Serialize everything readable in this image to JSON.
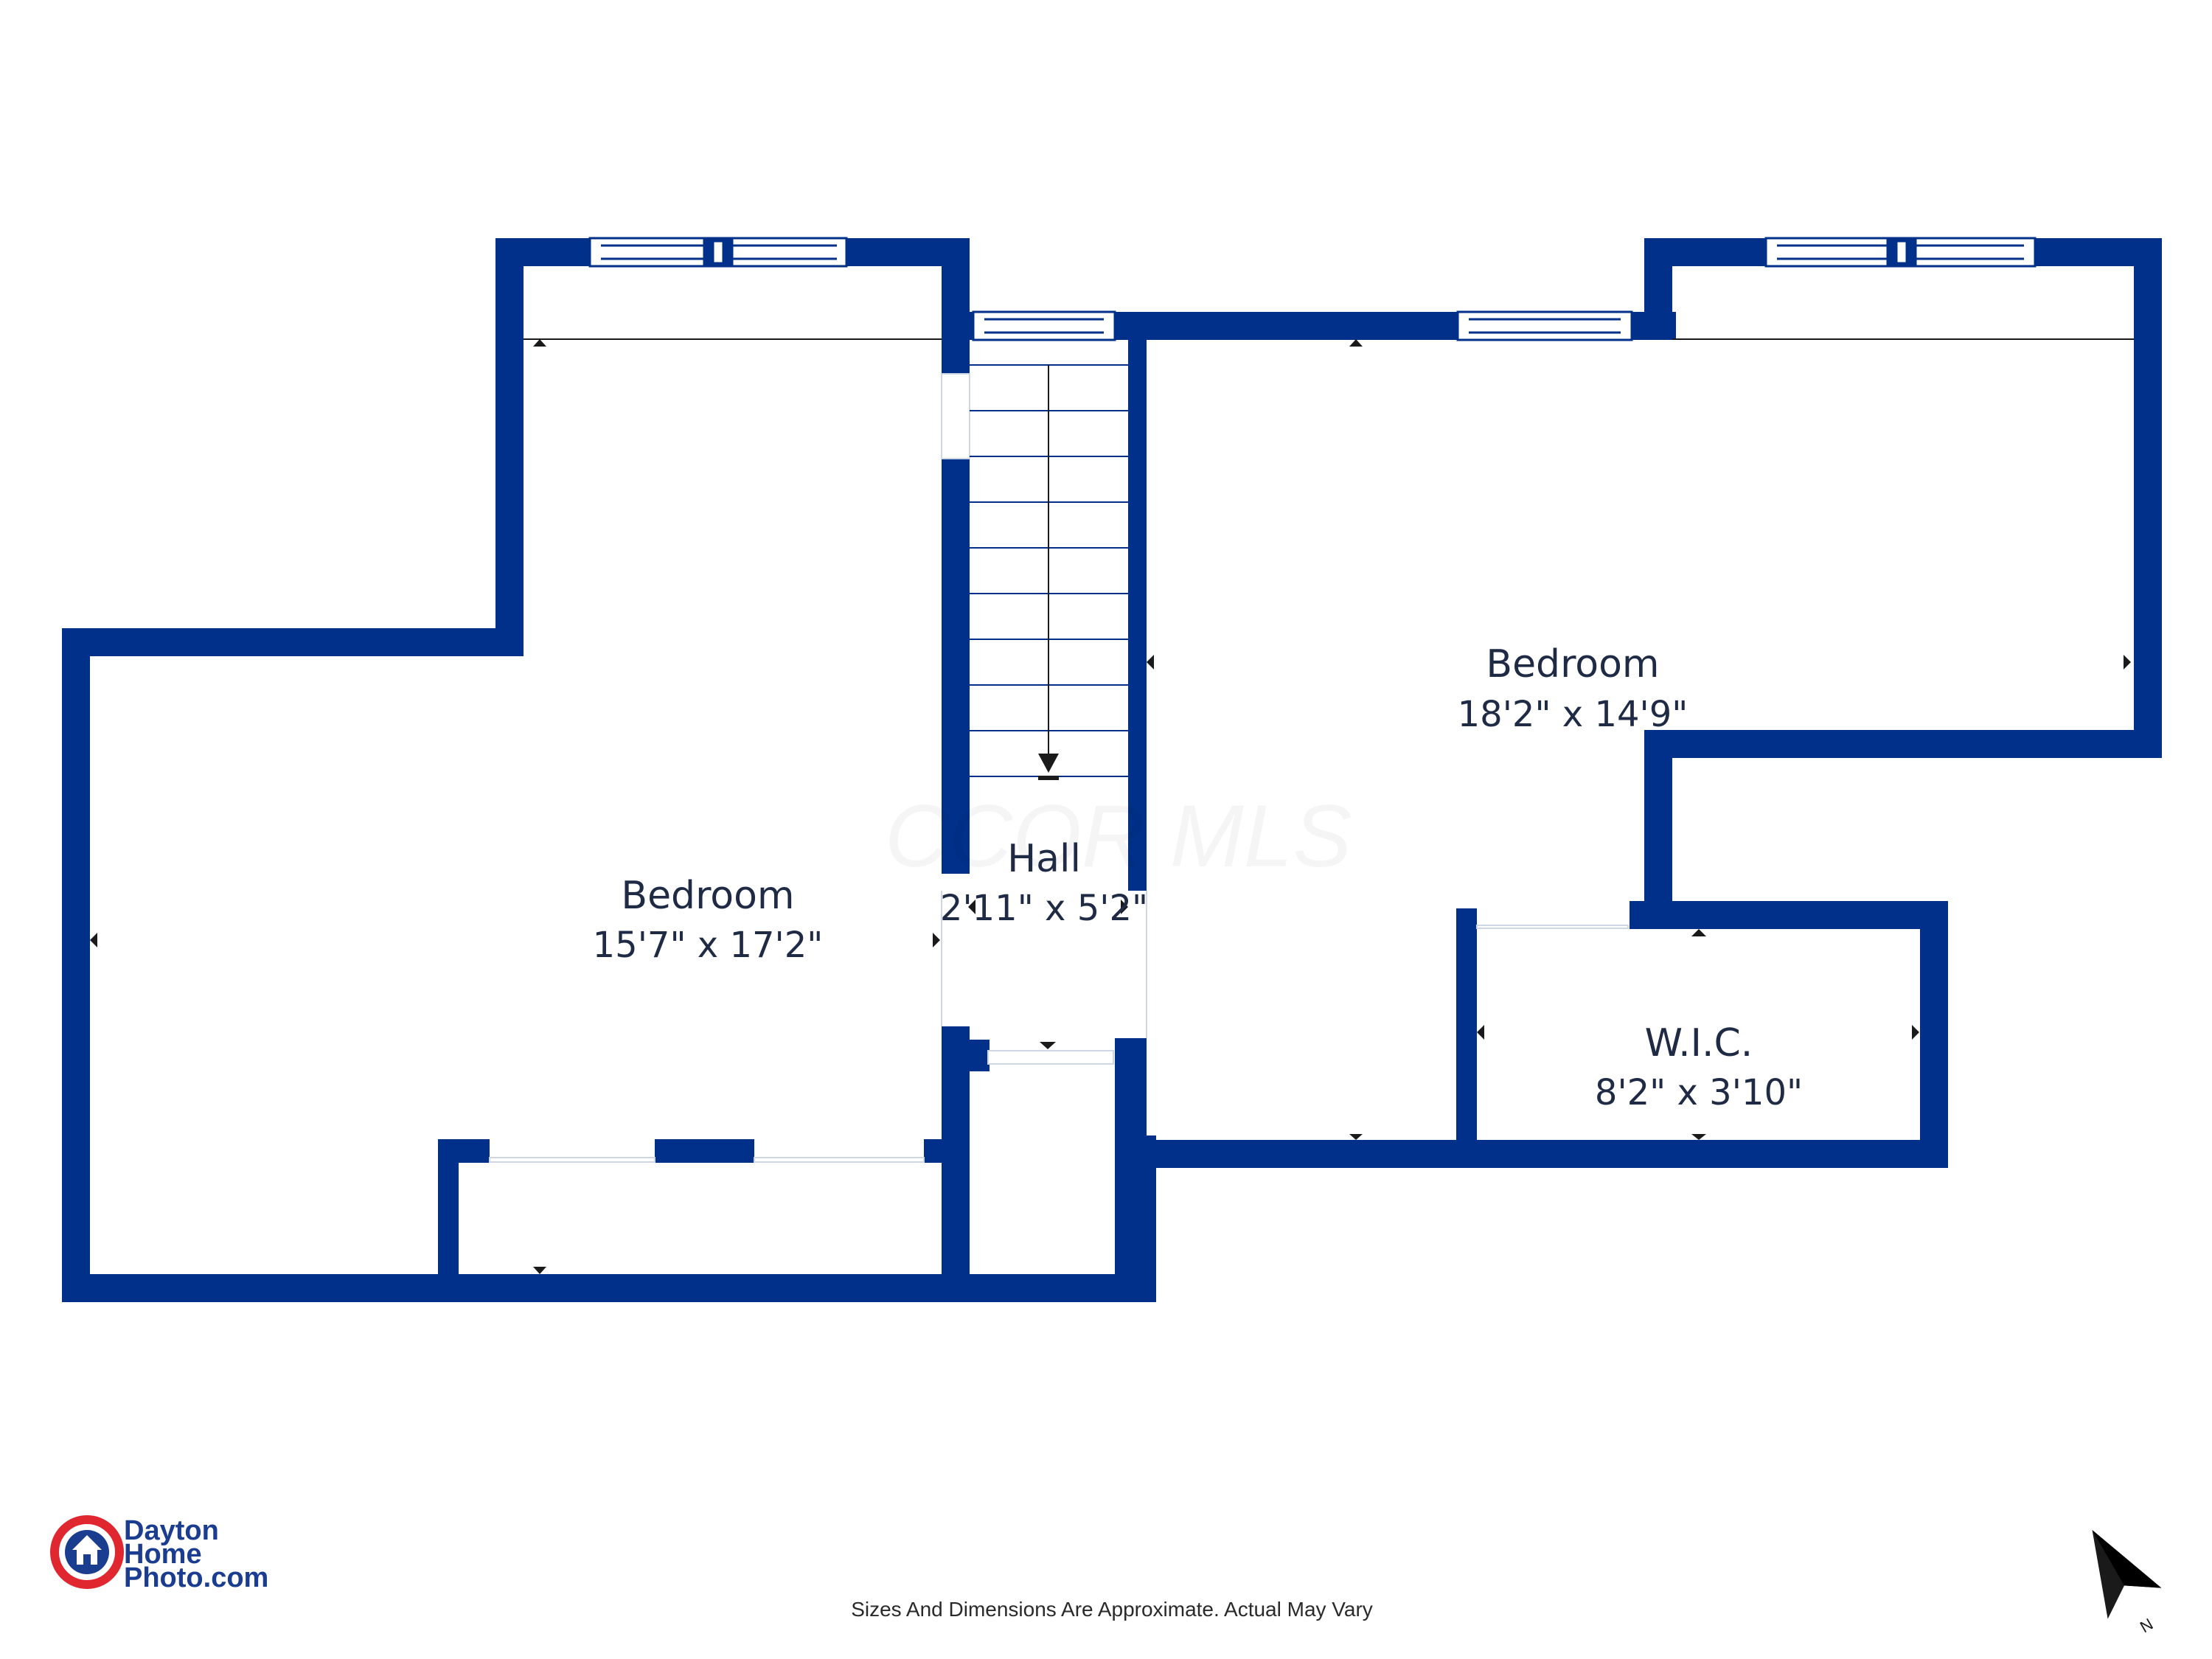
{
  "rooms": [
    {
      "name": "Bedroom",
      "dimensions": "15'7\" x 17'2\""
    },
    {
      "name": "Hall",
      "dimensions": "2'11\" x 5'2\""
    },
    {
      "name": "Bedroom",
      "dimensions": "18'2\" x 14'9\""
    },
    {
      "name": "W.I.C.",
      "dimensions": "8'2\" x 3'10\""
    }
  ],
  "watermark": "CCOR MLS",
  "footer": {
    "note": "Sizes And Dimensions Are Approximate. Actual May Vary"
  },
  "logo": {
    "line1": "Dayton",
    "line2": "Home",
    "line3": "Photo.com"
  },
  "compass": {
    "label": "N"
  },
  "colors": {
    "wall": "#00308a",
    "window": "#00308a",
    "text": "#1f2a44",
    "logo_red": "#e0262f",
    "logo_blue": "#1a3d8f"
  }
}
